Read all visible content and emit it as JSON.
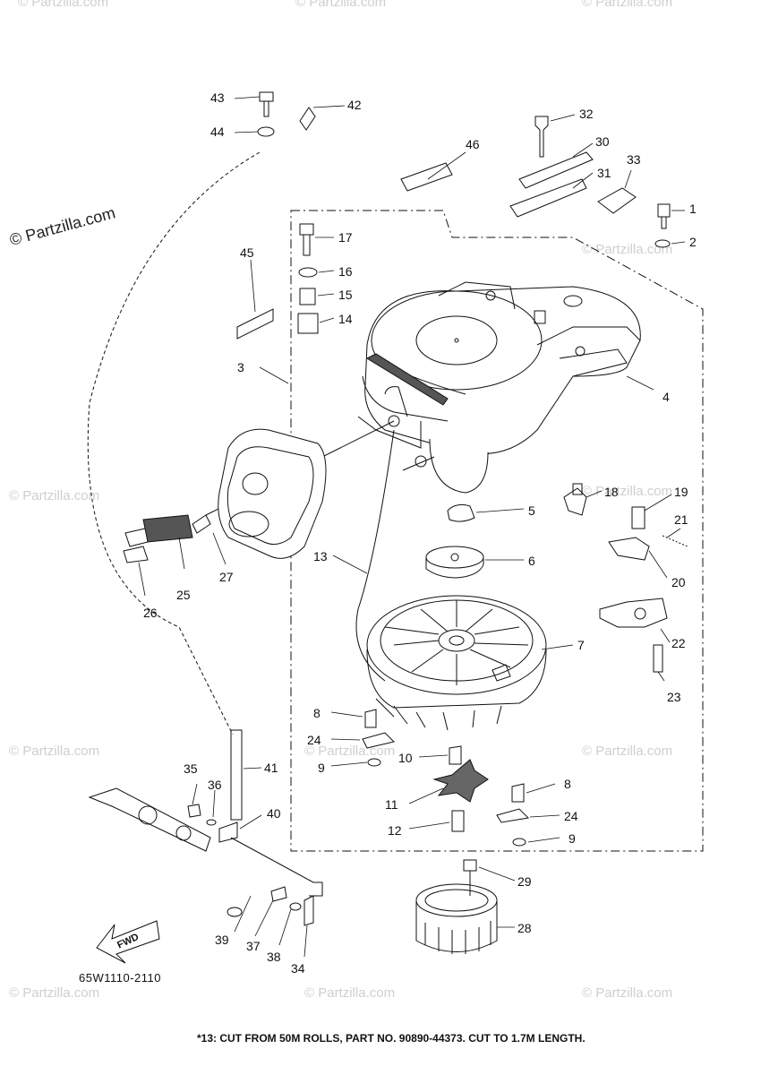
{
  "watermark": {
    "main": "© Partzilla.com",
    "faint": "© Partzilla.com"
  },
  "diagram_ref": "65W1110-2110",
  "note": "*13:  CUT FROM 50M ROLLS, PART NO. 90890-44373. CUT TO 1.7M LENGTH.",
  "fwd_label": "FWD",
  "callouts": [
    "1",
    "2",
    "3",
    "4",
    "5",
    "6",
    "7",
    "8",
    "8",
    "9",
    "9",
    "10",
    "11",
    "12",
    "13",
    "14",
    "15",
    "16",
    "17",
    "18",
    "19",
    "20",
    "21",
    "22",
    "23",
    "24",
    "24",
    "25",
    "26",
    "27",
    "28",
    "29",
    "30",
    "31",
    "32",
    "33",
    "34",
    "35",
    "36",
    "37",
    "38",
    "39",
    "40",
    "41",
    "42",
    "43",
    "44",
    "45",
    "46"
  ]
}
